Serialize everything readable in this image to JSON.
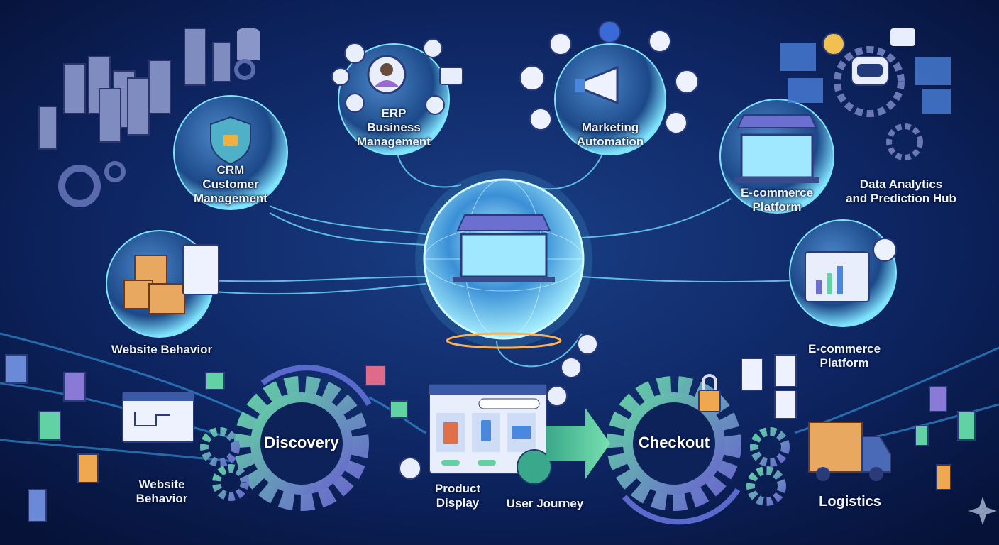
{
  "nodes": {
    "crm": {
      "line1": "CRM",
      "line2": "Customer",
      "line3": "Management"
    },
    "erp": {
      "line1": "ERP",
      "line2": "Business",
      "line3": "Management"
    },
    "marketing": {
      "line1": "Marketing",
      "line2": "Automation"
    },
    "ecommerce_top": {
      "line1": "E-commerce",
      "line2": "Platform"
    },
    "analytics": {
      "line1": "Data Analytics",
      "line2": "and Prediction Hub"
    },
    "website_behavior_top": {
      "label": "Website Behavior"
    },
    "ecommerce_right": {
      "line1": "E-commerce",
      "line2": "Platform"
    }
  },
  "journey": {
    "website_behavior": {
      "line1": "Website",
      "line2": "Behavior"
    },
    "discovery": "Discovery",
    "product_display": {
      "line1": "Product",
      "line2": "Display"
    },
    "user_journey": "User Journey",
    "checkout": "Checkout",
    "logistics": "Logistics"
  },
  "colors": {
    "background": "#0a1a45",
    "glow": "#5fd8ff",
    "gear_green": "#5fc9a0",
    "gear_purple": "#6a6fd0",
    "orange": "#f0a850"
  }
}
